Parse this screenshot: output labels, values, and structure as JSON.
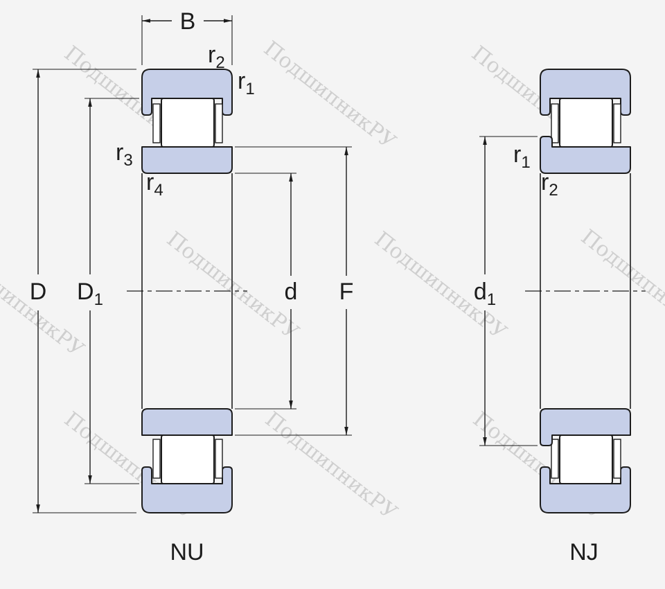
{
  "title": "Cylindrical roller bearing cross-section drawing",
  "watermark": {
    "text": "ПодшипникРУ"
  },
  "colors": {
    "background": "#f4f4f4",
    "ring_fill": "#c6cfe8",
    "line": "#1c1c1c",
    "watermark": "#c7c7c7"
  },
  "left_view": {
    "caption": "NU",
    "dimensions": {
      "B": {
        "main": "B",
        "sub": ""
      },
      "D": {
        "main": "D",
        "sub": ""
      },
      "D1": {
        "main": "D",
        "sub": "1"
      },
      "d": {
        "main": "d",
        "sub": ""
      },
      "F": {
        "main": "F",
        "sub": ""
      },
      "r1": {
        "main": "r",
        "sub": "1"
      },
      "r2": {
        "main": "r",
        "sub": "2"
      },
      "r3": {
        "main": "r",
        "sub": "3"
      },
      "r4": {
        "main": "r",
        "sub": "4"
      }
    }
  },
  "right_view": {
    "caption": "NJ",
    "dimensions": {
      "d1": {
        "main": "d",
        "sub": "1"
      },
      "r1": {
        "main": "r",
        "sub": "1"
      },
      "r2": {
        "main": "r",
        "sub": "2"
      }
    }
  }
}
